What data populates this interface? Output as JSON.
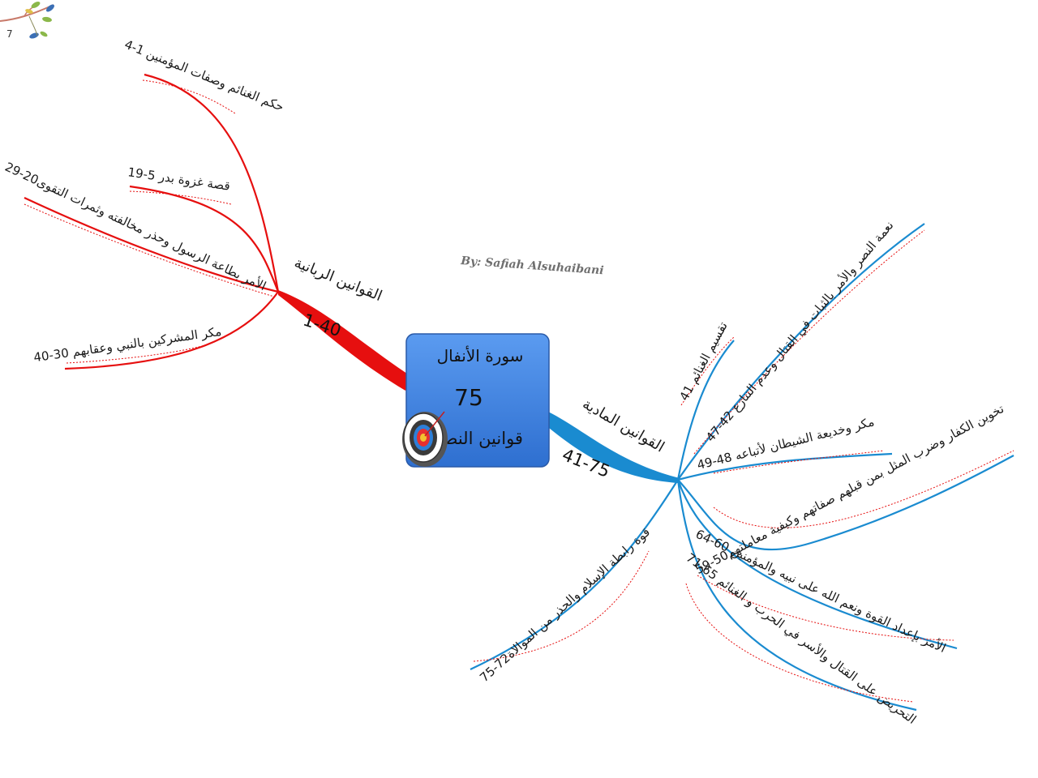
{
  "page_number": "7",
  "credit": "By: Safiah Alsuhaibani",
  "center": {
    "title": "سورة الأنفال",
    "verse_count": "75",
    "subtitle": "قوانين النصر",
    "icon": "target-icon",
    "color": "#3d7fd9"
  },
  "left_branch": {
    "title": "القوانين الربانية",
    "range": "1-40",
    "color": "#e60f0f",
    "items": [
      {
        "text": "حكم الغنائم وصفات المؤمنين 1-4"
      },
      {
        "text": "قصة غزوة بدر 5-19"
      },
      {
        "text": "الأمر بطاعة الرسول وحذر مخالفته وثمرات التقوى20-29"
      },
      {
        "text": "مكر المشركين بالنبي وعقابهم 30-40"
      }
    ]
  },
  "right_branch": {
    "title": "القوانين المادية",
    "range": "41-75",
    "color": "#1a8bd0",
    "items": [
      {
        "text": "تقسيم الغنائم 41"
      },
      {
        "text": "نعمة النصر والأمر بالثبات في القتال وعدم التنازع 42-47"
      },
      {
        "text": "مكر وخديعة الشيطان لأتباعه 48-49"
      },
      {
        "text": "تخوين الكفار وضرب المثل بمن قبلهم صفاتهم وكيفية معاملتهم50-59"
      },
      {
        "text": "الأمر بإعداد القوة ونعم الله على نبيه والمؤمنين 60-64"
      },
      {
        "text": "التحريض على القتال والأسر في الحرب و الغنائم 65-71"
      },
      {
        "text": "قوة رابطة الإسلام والحذر من الموالاة72-75"
      }
    ]
  },
  "decoration": {
    "icon": "leaf-branch-icon"
  }
}
